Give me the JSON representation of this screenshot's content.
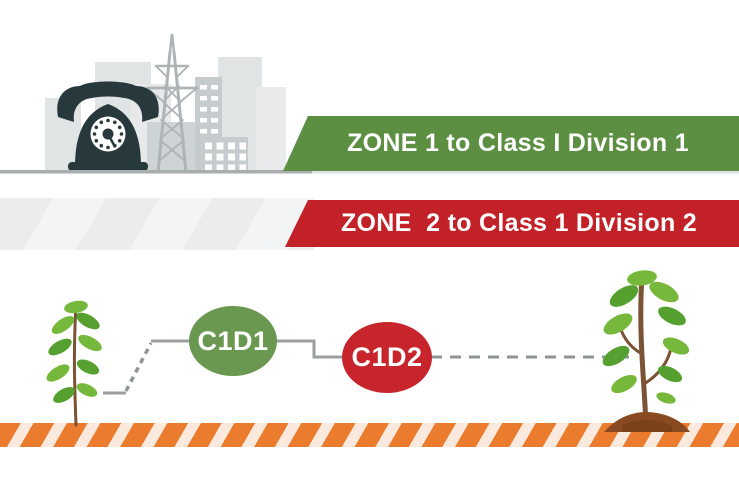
{
  "banners": {
    "zone1": {
      "label": "ZONE 1 to Class I Division 1"
    },
    "zone2": {
      "label": "ZONE  2 to Class 1 Division 2"
    }
  },
  "nodes": {
    "c1d1": {
      "label": "C1D1"
    },
    "c1d2": {
      "label": "C1D2"
    }
  },
  "icons": {
    "phone": "rotary-phone-icon",
    "tower": "transmission-tower-icon",
    "skyline": "city-skyline",
    "plant_left": "sapling-icon",
    "plant_right": "sapling-icon",
    "hazard": "hazard-stripe-bar"
  },
  "colors": {
    "banner_green": "#5d8f43",
    "banner_red": "#c22128",
    "node_green": "#6b9851",
    "node_red": "#c8242b",
    "line_gray": "#9b9fa0",
    "hazard_orange": "#ec7c2d",
    "hazard_bg": "#fbe9dd",
    "phone_dark": "#27393c",
    "tower_gray": "#aeb4b6",
    "building_light": "#e1e4e5",
    "building_mid": "#c6cbcd",
    "band_gray": "#eaeced",
    "ground_gray": "#a8adae",
    "leaf_green": "#76b83c",
    "leaf_dark": "#55a02e",
    "stem_brown": "#7b5233",
    "soil_brown": "#8a4a21"
  }
}
